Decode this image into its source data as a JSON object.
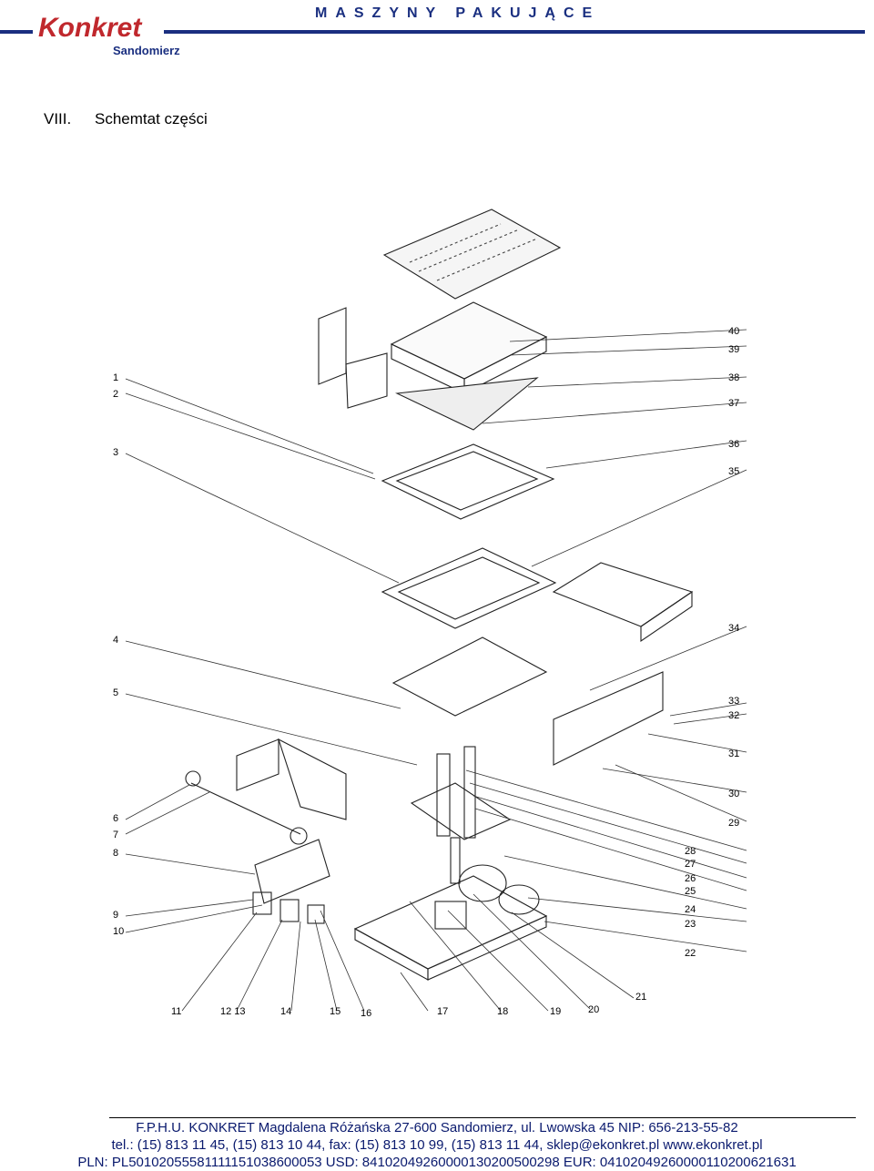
{
  "header": {
    "logo": "Konkret",
    "logo_sub": "Sandomierz",
    "slogan": "MASZYNY PAKUJĄCE"
  },
  "section": {
    "number": "VIII.",
    "title": "Schemtat części"
  },
  "diagram": {
    "part_labels": [
      "1",
      "2",
      "3",
      "4",
      "5",
      "6",
      "7",
      "8",
      "9",
      "10",
      "11",
      "12 13",
      "14",
      "15",
      "16",
      "17",
      "18",
      "19",
      "20",
      "21",
      "22",
      "23",
      "24",
      "25",
      "26",
      "27",
      "28",
      "29",
      "30",
      "31",
      "32",
      "33",
      "34",
      "35",
      "36",
      "37",
      "38",
      "39",
      "40"
    ]
  },
  "footer": {
    "line1": "F.P.H.U. KONKRET Magdalena Różańska 27-600 Sandomierz, ul. Lwowska 45 NIP: 656-213-55-82",
    "line2": "tel.: (15) 813 11 45, (15) 813 10 44, fax: (15) 813 10 99, (15) 813 11 44,  sklep@ekonkret.pl   www.ekonkret.pl",
    "line3": "PLN: PL50102055581111151038600053 USD: 84102049260000130200500298 EUR: 04102049260000110200621631"
  }
}
